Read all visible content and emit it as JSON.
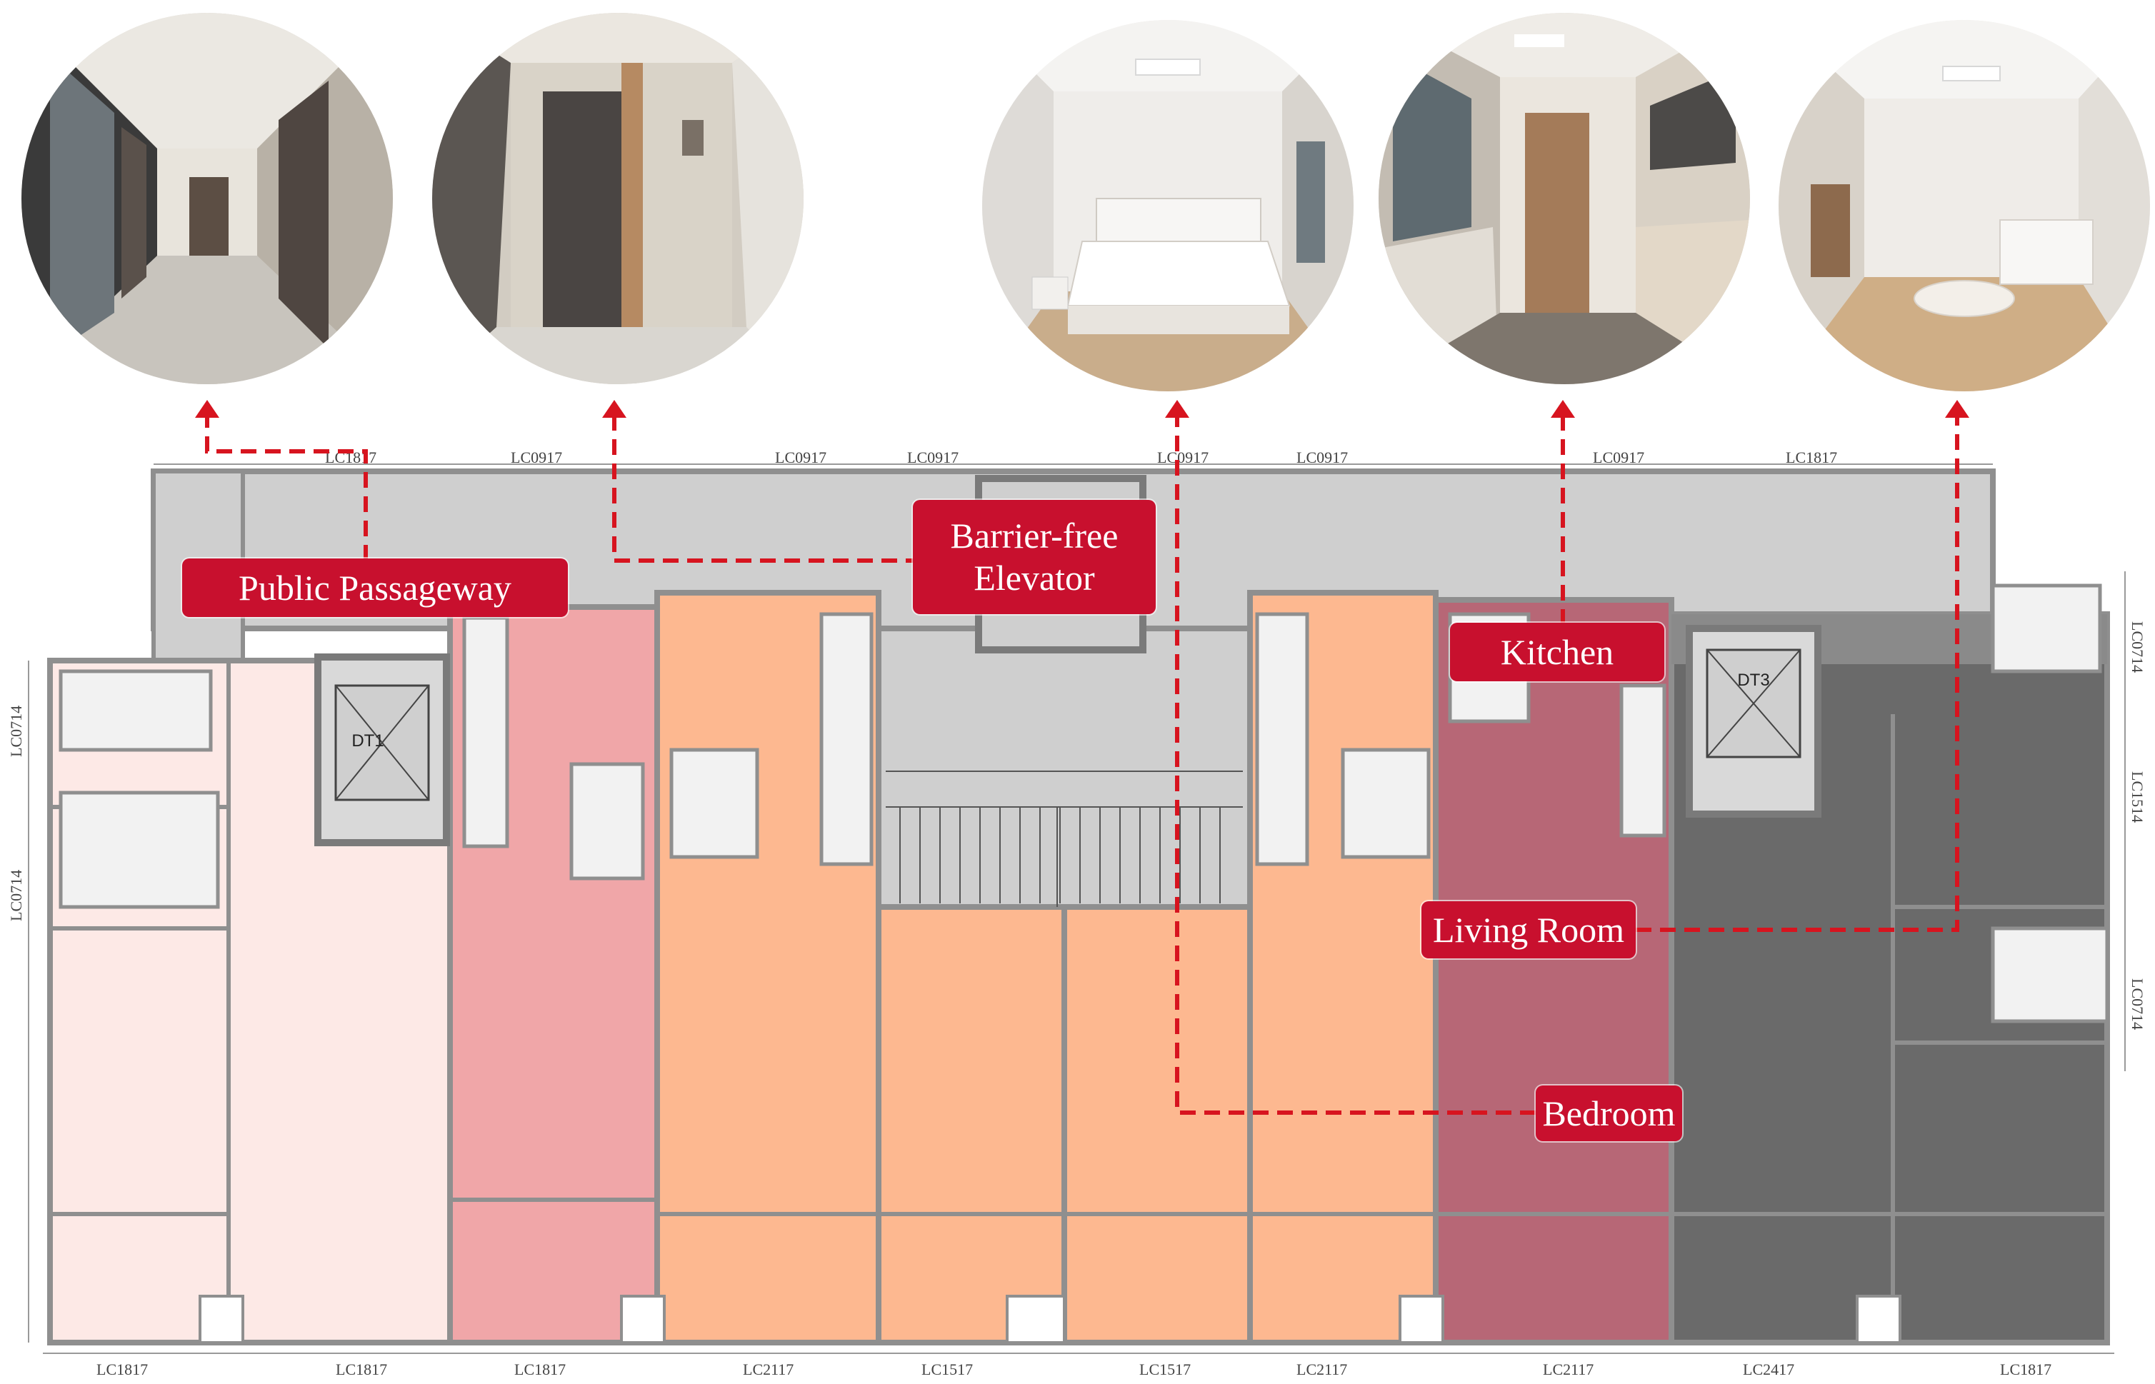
{
  "labels": {
    "public_passageway": "Public Passageway",
    "elevator_line1": "Barrier-free",
    "elevator_line2": "Elevator",
    "kitchen": "Kitchen",
    "living_room": "Living Room",
    "bedroom": "Bedroom"
  },
  "window_codes_top": [
    "LC1817",
    "LC0917",
    "LC0917",
    "LC0917",
    "LC0917",
    "LC0917",
    "LC0917",
    "LC1817"
  ],
  "window_codes_bottom": [
    "LC1817",
    "LC1817",
    "LC1817",
    "LC2117",
    "LC1517",
    "LC1517",
    "LC2117",
    "LC2117",
    "LC2417",
    "LC1817"
  ],
  "window_codes_side": [
    "LC0714",
    "LC0714",
    "LC0714",
    "LC1514",
    "LC0714"
  ],
  "elevator_tags": [
    "DT1",
    "DT3"
  ],
  "colors": {
    "callout": "#c8102e",
    "leader": "#d7141f",
    "common_area": "#cfcfcf",
    "unit_pale_pink": "#fde9e6",
    "unit_pink": "#f0a6a8",
    "unit_orange": "#fdb890",
    "unit_mauve": "#b76776",
    "unit_dark_gray": "#6a6a6a",
    "wall": "#8f8f8f"
  }
}
